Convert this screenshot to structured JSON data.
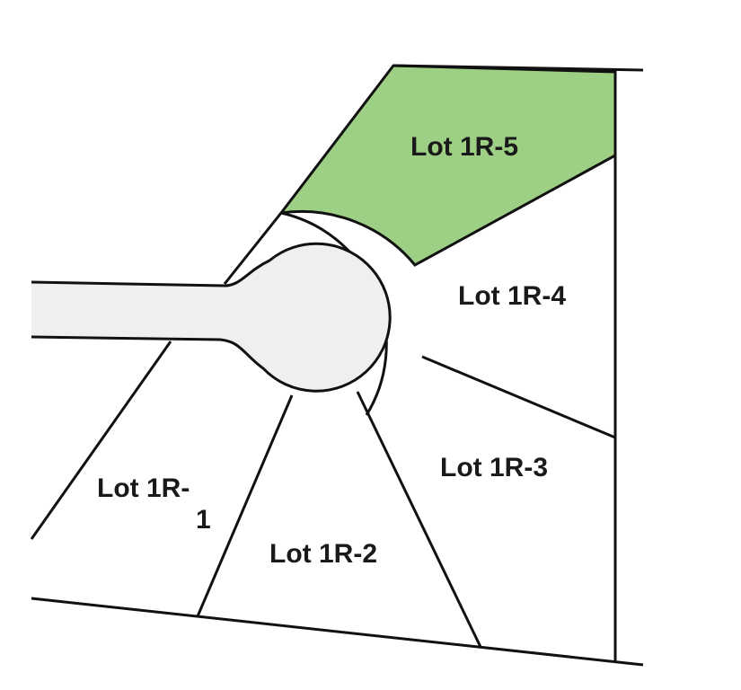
{
  "map": {
    "lots": [
      {
        "id": "1R-1",
        "label_line1": "Lot 1R-",
        "label_line2": "1",
        "highlighted": false
      },
      {
        "id": "1R-2",
        "label": "Lot 1R-2",
        "highlighted": false
      },
      {
        "id": "1R-3",
        "label": "Lot 1R-3",
        "highlighted": false
      },
      {
        "id": "1R-4",
        "label": "Lot 1R-4",
        "highlighted": false
      },
      {
        "id": "1R-5",
        "label": "Lot 1R-5",
        "highlighted": true
      }
    ],
    "colors": {
      "highlight": "#9dcf84",
      "lot_fill": "#ffffff",
      "road_fill": "#efefef",
      "line": "#111111"
    }
  }
}
